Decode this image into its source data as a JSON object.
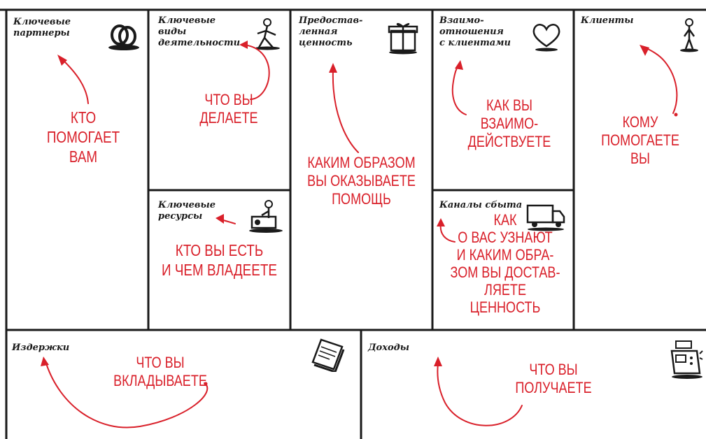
{
  "blocks": {
    "partners": {
      "title": "Ключевые\nпартнеры",
      "question": "КТО\nПОМОГАЕТ\nВАМ",
      "icon": "rings-icon"
    },
    "activities": {
      "title": "Ключевые\nвиды\nдеятельности",
      "question": "ЧТО ВЫ\nДЕЛАЕТЕ",
      "icon": "worker-icon"
    },
    "value": {
      "title": "Предостав-\nленная\nценность",
      "question": "КАКИМ ОБРАЗОМ\nВЫ ОКАЗЫВАЕТЕ\nПОМОЩЬ",
      "icon": "gift-icon"
    },
    "relationships": {
      "title": "Взаимо-\nотношения\nс клиентами",
      "question": "КАК ВЫ\nВЗАИМО-\nДЕЙСТВУЕТЕ",
      "icon": "heart-icon"
    },
    "customers": {
      "title": "Клиенты",
      "question": "КОМУ\nПОМОГАЕТЕ\nВЫ",
      "icon": "person-icon"
    },
    "resources": {
      "title": "Ключевые\nресурсы",
      "question": "КТО ВЫ ЕСТЬ\nИ ЧЕМ ВЛАДЕЕТЕ",
      "icon": "machine-icon"
    },
    "channels": {
      "title": "Каналы сбыта",
      "question": "КАК\nО ВАС УЗНАЮТ\nИ КАКИМ ОБРА-\nЗОМ ВЫ ДОСТАВ-\nЛЯЕТЕ ЦЕННОСТЬ",
      "icon": "truck-icon"
    },
    "costs": {
      "title": "Издержки",
      "question": "ЧТО ВЫ\nВКЛАДЫВАЕТЕ",
      "icon": "invoice-icon"
    },
    "revenue": {
      "title": "Доходы",
      "question": "ЧТО ВЫ\nПОЛУЧАЕТЕ",
      "icon": "cash-register-icon"
    }
  },
  "colors": {
    "lines": "#1a1a1a",
    "accent": "#d9202a",
    "background": "#ffffff"
  }
}
